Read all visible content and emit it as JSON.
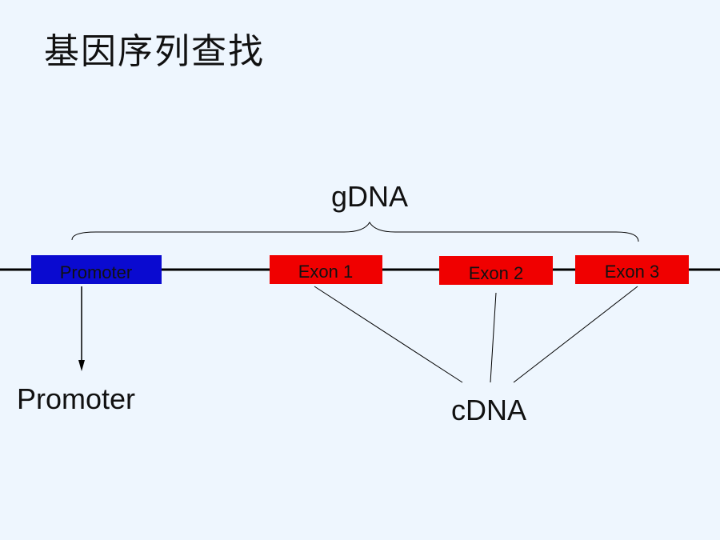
{
  "title": "基因序列查找",
  "gdna_label": "gDNA",
  "cdna_label": "cDNA",
  "promoter_callout": "Promoter",
  "regions": {
    "promoter": {
      "label": "Promoter",
      "color": "#0a0ad0"
    },
    "exon1": {
      "label": "Exon 1",
      "color": "#f00000"
    },
    "exon2": {
      "label": "Exon 2",
      "color": "#f00000"
    },
    "exon3": {
      "label": "Exon 3",
      "color": "#f00000"
    }
  },
  "line_color": "#000000"
}
